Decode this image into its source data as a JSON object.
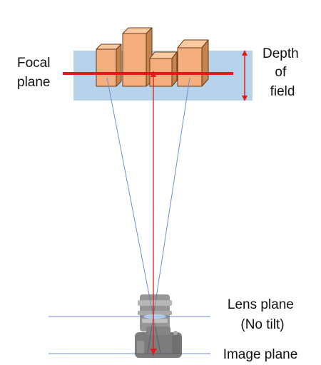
{
  "labels": {
    "focal_plane": [
      "Focal",
      "plane"
    ],
    "depth_of_field": [
      "Depth",
      "of",
      "field"
    ],
    "lens_plane": [
      "Lens plane",
      "(No tilt)"
    ],
    "image_plane": "Image plane"
  },
  "colors": {
    "dof_band": "#b7d3ec",
    "building_front": "#f5ae7d",
    "building_top": "#f9c9a2",
    "building_side": "#c4834f",
    "building_edge": "#6a3a14",
    "focal_line": "#e11b1b",
    "rays": "#6f8fcf",
    "center_ray": "#e11b1b",
    "planes": "#8ea8dd",
    "camera": "#5d5d5d"
  },
  "icons": {
    "camera": "camera-icon"
  }
}
